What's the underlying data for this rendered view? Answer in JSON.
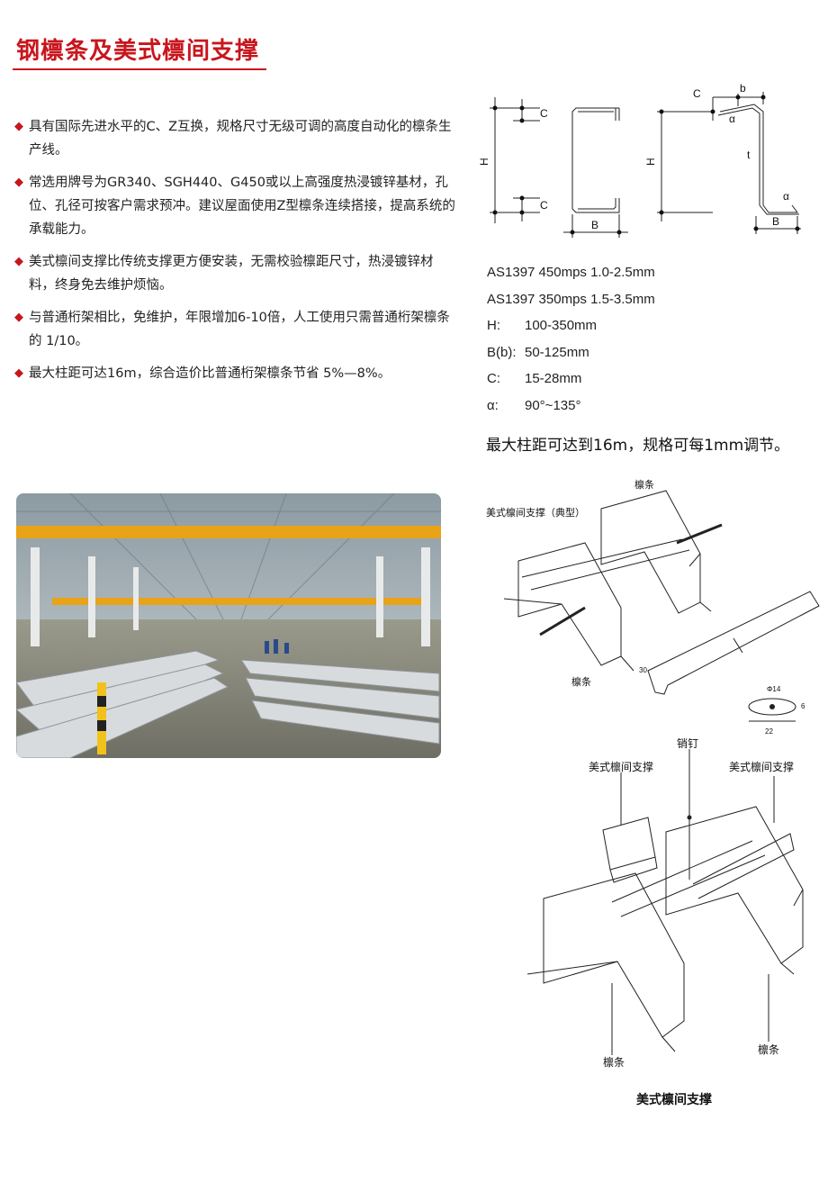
{
  "title": "钢檩条及美式檩间支撑",
  "bullets": [
    "具有国际先进水平的C、Z互换，规格尺寸无级可调的高度自动化的檩条生产线。",
    "常选用牌号为GR340、SGH440、G450或以上高强度热浸镀锌基材，孔位、孔径可按客户需求预冲。建议屋面使用Z型檩条连续搭接，提高系统的承载能力。",
    "美式檩间支撑比传统支撑更方便安装，无需校验檩距尺寸，热浸镀锌材料，终身免去维护烦恼。",
    "与普通桁架相比，免维护，年限增加6-10倍，人工使用只需普通桁架檩条的 1/10。",
    "最大柱距可达16m，综合造价比普通桁架檩条节省 5%—8%。"
  ],
  "profile_labels": {
    "c_top": "C",
    "c_bottom": "C",
    "h": "H",
    "b": "B",
    "z_c": "C",
    "z_b_top": "b",
    "z_alpha_top": "α",
    "z_t": "t",
    "z_alpha_bottom": "α",
    "z_h": "H",
    "z_b": "B"
  },
  "specs": [
    {
      "k": "AS1397 450mps 1.0-2.5mm",
      "v": ""
    },
    {
      "k": "AS1397 350mps 1.5-3.5mm",
      "v": ""
    },
    {
      "k": "H:",
      "v": "100-350mm"
    },
    {
      "k": "B(b):",
      "v": "50-125mm"
    },
    {
      "k": "C:",
      "v": "15-28mm"
    },
    {
      "k": "α:",
      "v": "90°~135°"
    }
  ],
  "headline": "最大柱距可达到16m，规格可每1mm调节。",
  "diagram1": {
    "purlin_top": "檩条",
    "brace_typical": "美式檩间支撑（典型）",
    "purlin_bottom": "檩条",
    "dim_small": "30",
    "dim_22": "22",
    "dim_d": "Φ14",
    "dim_6": "6"
  },
  "diagram2": {
    "pin": "销钉",
    "brace_left": "美式檩间支撑",
    "brace_right": "美式檩间支撑",
    "purlin_left": "檩条",
    "purlin_right": "檩条"
  },
  "caption": "美式檩间支撑"
}
